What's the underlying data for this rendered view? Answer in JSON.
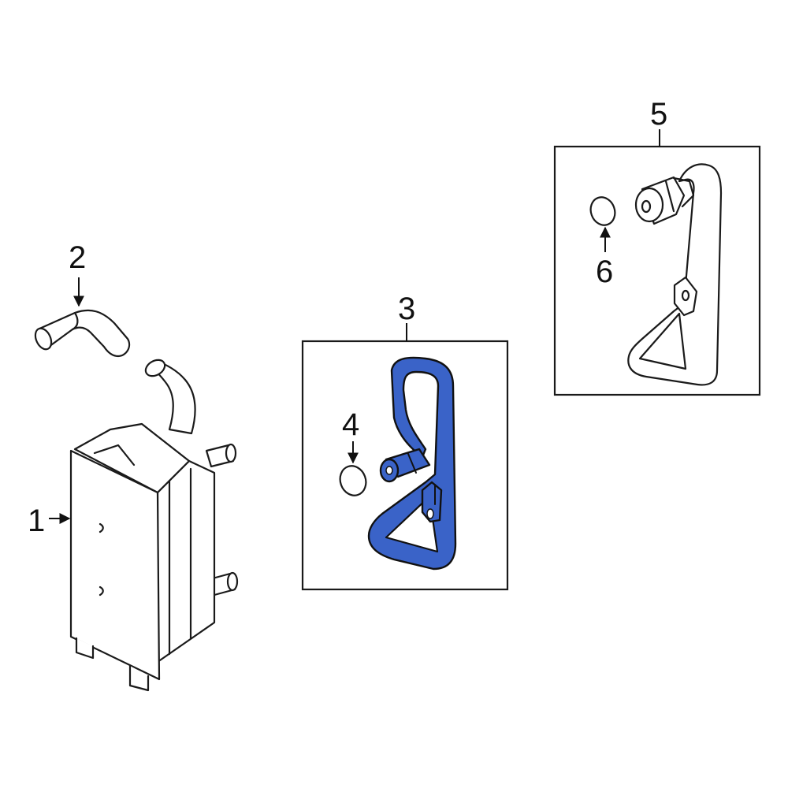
{
  "callouts": {
    "c1": "1",
    "c2": "2",
    "c3": "3",
    "c4": "4",
    "c5": "5",
    "c6": "6"
  },
  "colors": {
    "highlight": "#3a63c8",
    "line": "#1a1a1a",
    "background": "#ffffff"
  }
}
